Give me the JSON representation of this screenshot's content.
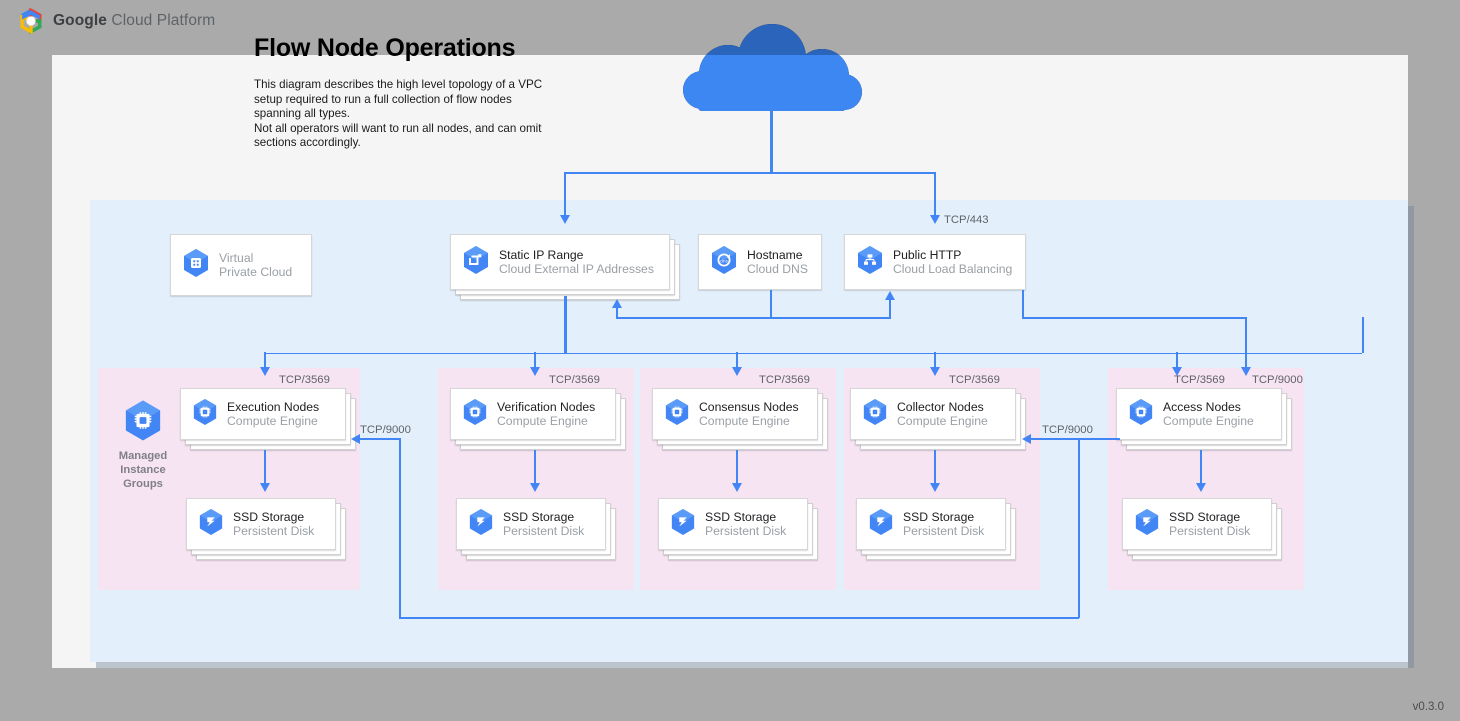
{
  "brand": {
    "logo_icon": "google-cloud-platform-logo",
    "name_bold": "Google",
    "name_rest": " Cloud Platform"
  },
  "page": {
    "title": "Flow Node Operations",
    "description_lines": [
      "This diagram describes the high level topology of a VPC setup required to run a full collection of flow nodes spanning all types.",
      "Not all operators will want to run all nodes, and can omit sections accordingly."
    ],
    "version": "v0.3.0",
    "accent_color": "#4285f4",
    "cloud_color": "#4285f4",
    "cloud_top_color": "#2a64bb",
    "vpc_fill": "#e3f0fc",
    "group_fill": "#f7e4f3",
    "canvas_fill": "#f5f5f5",
    "background": "#aaaaaa"
  },
  "cloud": {
    "icon": "cloud-icon",
    "label": ""
  },
  "top_row": [
    {
      "id": "vpc",
      "icon": "virtual-private-cloud-icon",
      "title": "Virtual",
      "subtitle": "Private Cloud",
      "muted": true,
      "stacked": false
    },
    {
      "id": "static-ip",
      "icon": "external-ip-icon",
      "title": "Static IP Range",
      "subtitle": "Cloud External IP Addresses",
      "muted": false,
      "stacked": true
    },
    {
      "id": "hostname",
      "icon": "cloud-dns-icon",
      "title": "Hostname",
      "subtitle": "Cloud DNS",
      "muted": false,
      "stacked": false
    },
    {
      "id": "public-http",
      "icon": "load-balancing-icon",
      "title": "Public HTTP",
      "subtitle": "Cloud Load Balancing",
      "muted": false,
      "stacked": false
    }
  ],
  "managed_instance_groups": {
    "icon": "compute-engine-icon",
    "label_lines": [
      "Managed",
      "Instance",
      "Groups"
    ]
  },
  "node_groups": [
    {
      "id": "execution",
      "node": {
        "icon": "compute-engine-icon",
        "title": "Execution Nodes",
        "subtitle": "Compute Engine"
      },
      "storage": {
        "icon": "persistent-disk-icon",
        "title": "SSD Storage",
        "subtitle": "Persistent Disk"
      }
    },
    {
      "id": "verification",
      "node": {
        "icon": "compute-engine-icon",
        "title": "Verification Nodes",
        "subtitle": "Compute Engine"
      },
      "storage": {
        "icon": "persistent-disk-icon",
        "title": "SSD Storage",
        "subtitle": "Persistent Disk"
      }
    },
    {
      "id": "consensus",
      "node": {
        "icon": "compute-engine-icon",
        "title": "Consensus Nodes",
        "subtitle": "Compute Engine"
      },
      "storage": {
        "icon": "persistent-disk-icon",
        "title": "SSD Storage",
        "subtitle": "Persistent Disk"
      }
    },
    {
      "id": "collector",
      "node": {
        "icon": "compute-engine-icon",
        "title": "Collector Nodes",
        "subtitle": "Compute Engine"
      },
      "storage": {
        "icon": "persistent-disk-icon",
        "title": "SSD Storage",
        "subtitle": "Persistent Disk"
      }
    },
    {
      "id": "access",
      "node": {
        "icon": "compute-engine-icon",
        "title": "Access Nodes",
        "subtitle": "Compute Engine"
      },
      "storage": {
        "icon": "persistent-disk-icon",
        "title": "SSD Storage",
        "subtitle": "Persistent Disk"
      }
    }
  ],
  "port_labels": {
    "tcp443": "TCP/443",
    "tcp3569": "TCP/3569",
    "tcp9000": "TCP/9000"
  },
  "connections": [
    {
      "from": "internet-cloud",
      "to": "static-ip",
      "label": ""
    },
    {
      "from": "internet-cloud",
      "to": "public-http",
      "label": "TCP/443"
    },
    {
      "from": "static-ip",
      "to": "execution",
      "label": "TCP/3569"
    },
    {
      "from": "static-ip",
      "to": "verification",
      "label": "TCP/3569"
    },
    {
      "from": "static-ip",
      "to": "consensus",
      "label": "TCP/3569"
    },
    {
      "from": "static-ip",
      "to": "collector",
      "label": "TCP/3569"
    },
    {
      "from": "static-ip",
      "to": "access",
      "label": "TCP/3569"
    },
    {
      "from": "public-http",
      "to": "access",
      "label": "TCP/9000"
    },
    {
      "from": "access",
      "to": "collector",
      "label": "TCP/9000"
    },
    {
      "from": "access",
      "to": "execution",
      "label": "TCP/9000"
    },
    {
      "from": "hostname",
      "to": "static-ip",
      "label": ""
    },
    {
      "from": "collector",
      "to": "public-http",
      "label": ""
    }
  ]
}
